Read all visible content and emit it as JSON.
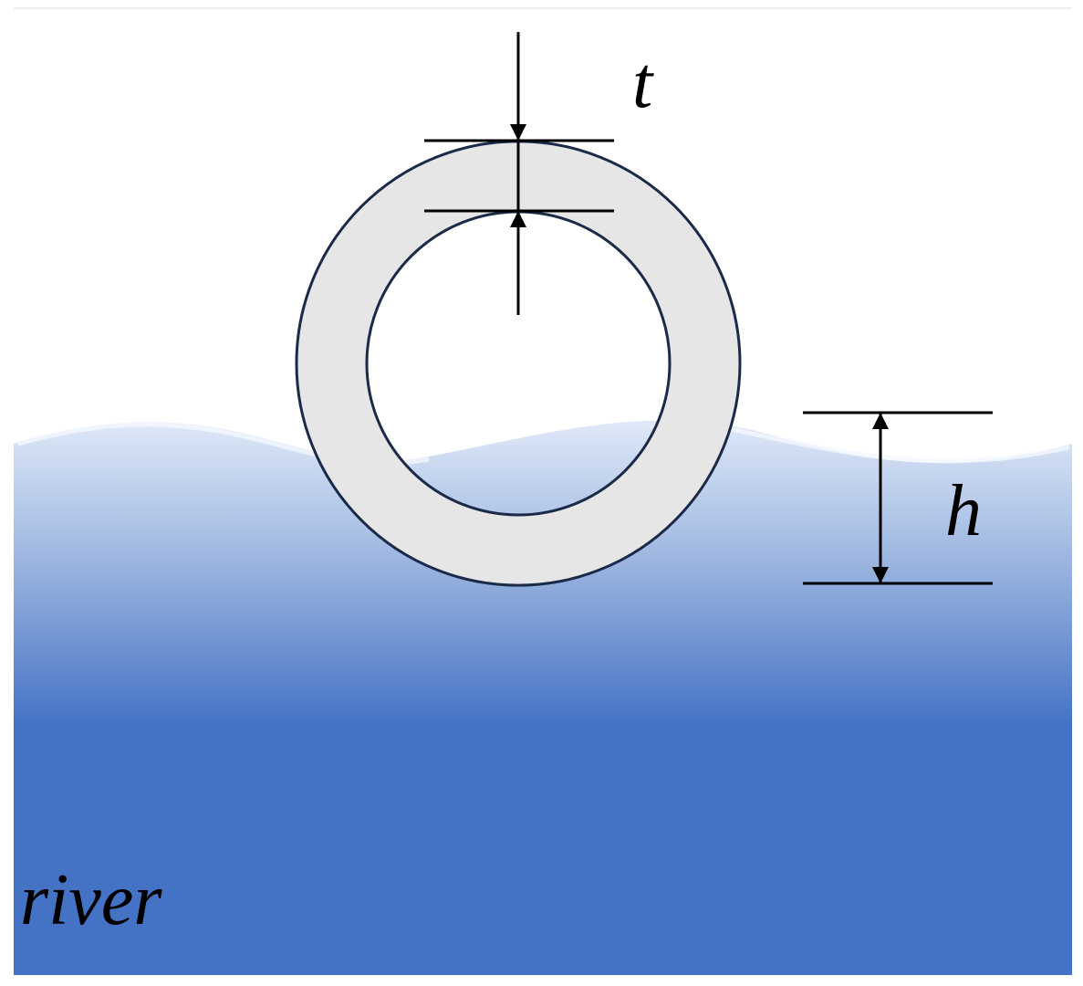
{
  "labels": {
    "thickness": "t",
    "height": "h",
    "medium": "river"
  },
  "colors": {
    "pipe_fill": "#e6e6e6",
    "pipe_stroke": "#1b2a48",
    "water_top": "#dfe9f8",
    "water_mid": "#9db6e0",
    "water_deep": "#4472c4",
    "line": "#000000"
  }
}
